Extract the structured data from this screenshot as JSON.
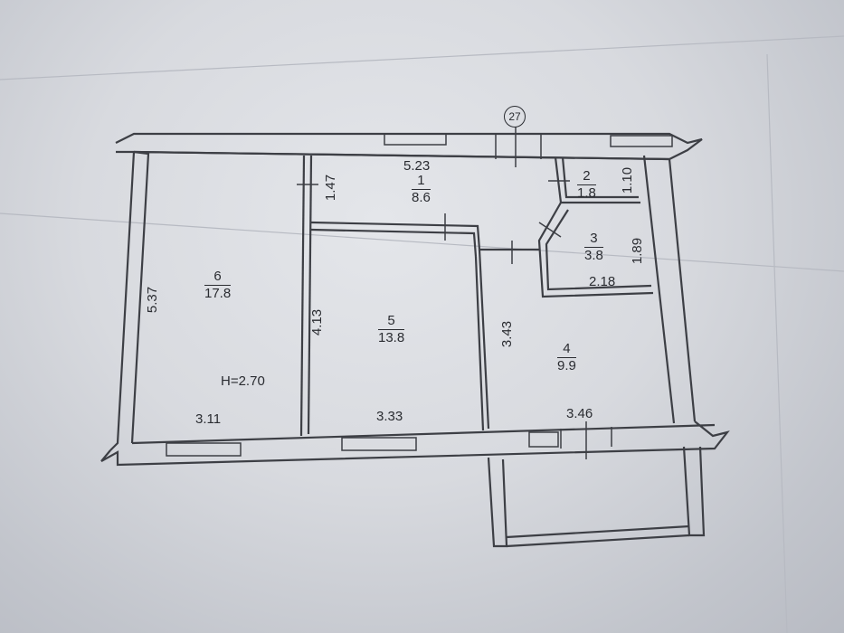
{
  "axis_marker": "27",
  "rooms": [
    {
      "number": "1",
      "area": "8.6"
    },
    {
      "number": "2",
      "area": "1.8"
    },
    {
      "number": "3",
      "area": "3.8"
    },
    {
      "number": "4",
      "area": "9.9"
    },
    {
      "number": "5",
      "area": "13.8"
    },
    {
      "number": "6",
      "area": "17.8"
    }
  ],
  "dimensions": {
    "d_5_23": "5.23",
    "d_1_47": "1.47",
    "d_1_10": "1.10",
    "d_1_89": "1.89",
    "d_2_18": "2.18",
    "d_5_37": "5.37",
    "d_4_13": "4.13",
    "d_3_43": "3.43",
    "d_3_11": "3.11",
    "d_3_33": "3.33",
    "d_3_46": "3.46"
  },
  "ceiling_height": "H=2.70"
}
